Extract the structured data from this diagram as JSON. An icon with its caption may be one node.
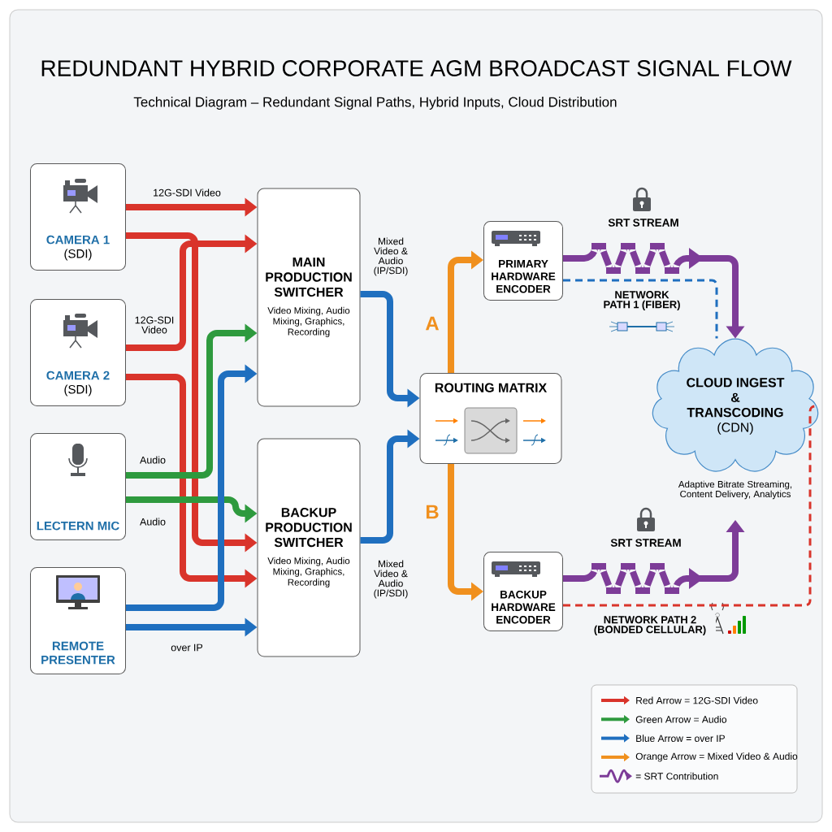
{
  "diagram": {
    "title": "REDUNDANT HYBRID CORPORATE AGM BROADCAST SIGNAL FLOW",
    "nodes": [
      {
        "text": [
          "CAMERA 1",
          "(SDI)"
        ]
      },
      {
        "text": [
          "CAMERA 2",
          "(SDI)"
        ]
      },
      {
        "text": [
          "LECTERN MIC"
        ]
      },
      {
        "text": [
          "REMOTE PRESENTER"
        ]
      },
      {
        "text": [
          "MAIN PRODUCTION SWITCHER",
          "Video Mixing, Audio Mixing, Graphics, Recording"
        ]
      },
      {
        "text": [
          "BACKUP PRODUCTION SWITCHER",
          "Video Mixing, Audio Mixing, Graphics, Recording"
        ]
      },
      {
        "text": [
          "ROUTING MATRIX"
        ]
      },
      {
        "text": [
          "PRIMARY HARDWARE ENCODER"
        ]
      },
      {
        "text": [
          "BACKUP HARDWARE ENCODER"
        ]
      },
      {
        "text": [
          "CLOUD INGEST & TRANSCODING",
          "(CDN)"
        ],
        "beside": [
          "Adaptive Bitrate Streaming, Content Delivery, Analytics"
        ]
      }
    ],
    "edges": [
      {
        "from": 0,
        "to": 4,
        "arrow": "to",
        "label": "12G-SDI Video",
        "color": "#d9342b"
      },
      {
        "from": 0,
        "to": 5,
        "arrow": "to",
        "color": "#d9342b"
      },
      {
        "from": 1,
        "to": 4,
        "arrow": "to",
        "label": "12G-SDI Video",
        "color": "#d9342b"
      },
      {
        "from": 1,
        "to": 5,
        "arrow": "to",
        "color": "#d9342b"
      },
      {
        "from": 2,
        "to": 4,
        "arrow": "to",
        "label": "Audio",
        "color": "#2e9a3e"
      },
      {
        "from": 2,
        "to": 5,
        "arrow": "to",
        "label": "Audio",
        "color": "#2e9a3e"
      },
      {
        "from": 3,
        "to": 4,
        "arrow": "to",
        "color": "#1f6fbf"
      },
      {
        "from": 3,
        "to": 5,
        "arrow": "to",
        "label": "over IP",
        "color": "#1f6fbf"
      },
      {
        "from": 4,
        "to": 6,
        "arrow": "to",
        "label": "Mixed Video & Audio (IP/SDI)",
        "color": "#1f6fbf"
      },
      {
        "from": 5,
        "to": 6,
        "arrow": "to",
        "label": "Mixed Video & Audio (IP/SDI)",
        "color": "#1f6fbf"
      },
      {
        "from": 6,
        "to": 7,
        "arrow": "to",
        "label": "A",
        "color": "#f0901e"
      },
      {
        "from": 6,
        "to": 8,
        "arrow": "to",
        "label": "B",
        "color": "#f0901e"
      },
      {
        "from": 7,
        "to": 9,
        "arrow": "to",
        "label": "SRT STREAM",
        "color": "#7d3c98"
      },
      {
        "from": 7,
        "to": 9,
        "arrow": "none",
        "label": "NETWORK PATH 1 (FIBER)",
        "style": "dashed",
        "color": "#1f6fbf"
      },
      {
        "from": 8,
        "to": 9,
        "arrow": "to",
        "label": "SRT STREAM",
        "color": "#7d3c98"
      },
      {
        "from": 8,
        "to": 9,
        "arrow": "none",
        "label": "NETWORK PATH 2 (BONDED CELLULAR)",
        "style": "dashed",
        "color": "#d9342b"
      }
    ],
    "labels": [
      "Technical Diagram – Redundant Signal Paths, Hybrid Inputs, Cloud Distribution"
    ],
    "legend": [
      {
        "text": "Red Arrow = 12G-SDI Video",
        "color": "#d9342b"
      },
      {
        "text": "Green Arrow = Audio",
        "color": "#2e9a3e"
      },
      {
        "text": "Blue Arrow = over IP",
        "color": "#1f6fbf"
      },
      {
        "text": "Orange Arrow = Mixed Video & Audio",
        "color": "#f0901e"
      },
      {
        "text": "= SRT Contribution"
      }
    ]
  }
}
